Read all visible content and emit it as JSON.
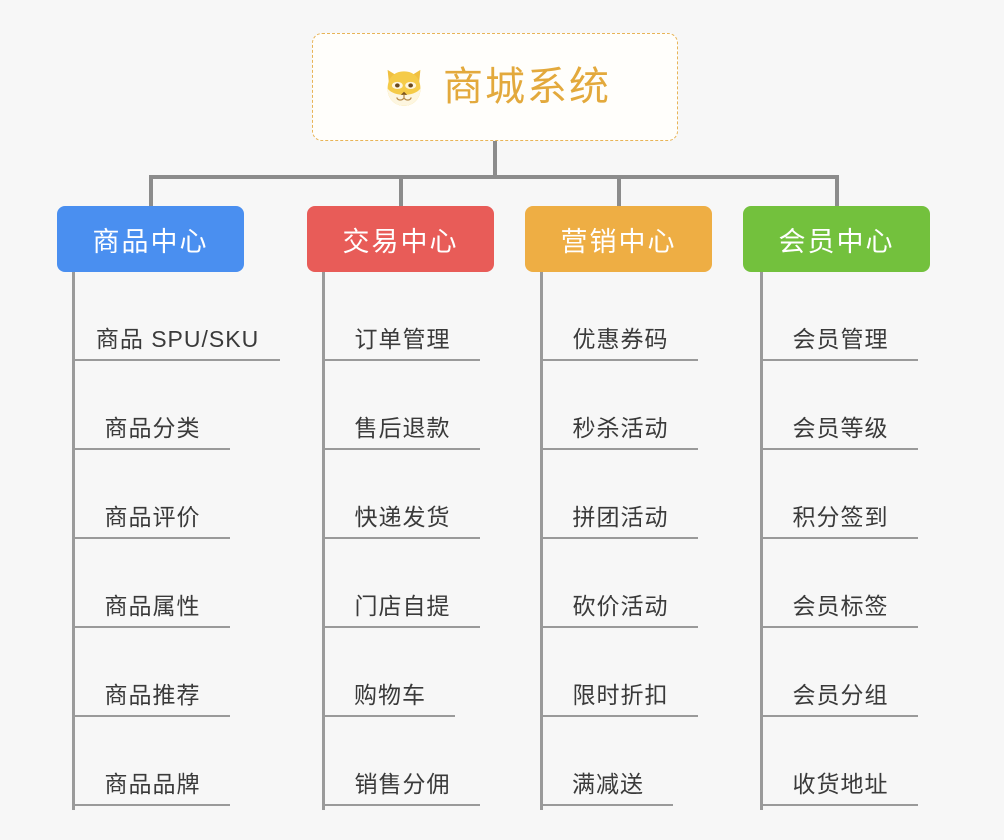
{
  "diagram": {
    "type": "org-tree",
    "background_color": "#f7f7f7",
    "root": {
      "label": "商城系统",
      "icon": "shiba-inu-dog-face-emoji",
      "text_color": "#e3a93c",
      "border_color": "#e8b457",
      "fill_color": "#fffefb"
    },
    "connector_color": "#8c8c8c",
    "leaf_line_color": "#9a9a9a",
    "leaf_text_color": "#3a3a3a",
    "branches": [
      {
        "label": "商品中心",
        "color": "#4a8ff0",
        "items": [
          "商品 SPU/SKU",
          "商品分类",
          "商品评价",
          "商品属性",
          "商品推荐",
          "商品品牌"
        ]
      },
      {
        "label": "交易中心",
        "color": "#e85c58",
        "items": [
          "订单管理",
          "售后退款",
          "快递发货",
          "门店自提",
          "购物车",
          "销售分佣"
        ]
      },
      {
        "label": "营销中心",
        "color": "#eeae44",
        "items": [
          "优惠券码",
          "秒杀活动",
          "拼团活动",
          "砍价活动",
          "限时折扣",
          "满减送"
        ]
      },
      {
        "label": "会员中心",
        "color": "#73c13d",
        "items": [
          "会员管理",
          "会员等级",
          "积分签到",
          "会员标签",
          "会员分组",
          "收货地址"
        ]
      }
    ]
  }
}
